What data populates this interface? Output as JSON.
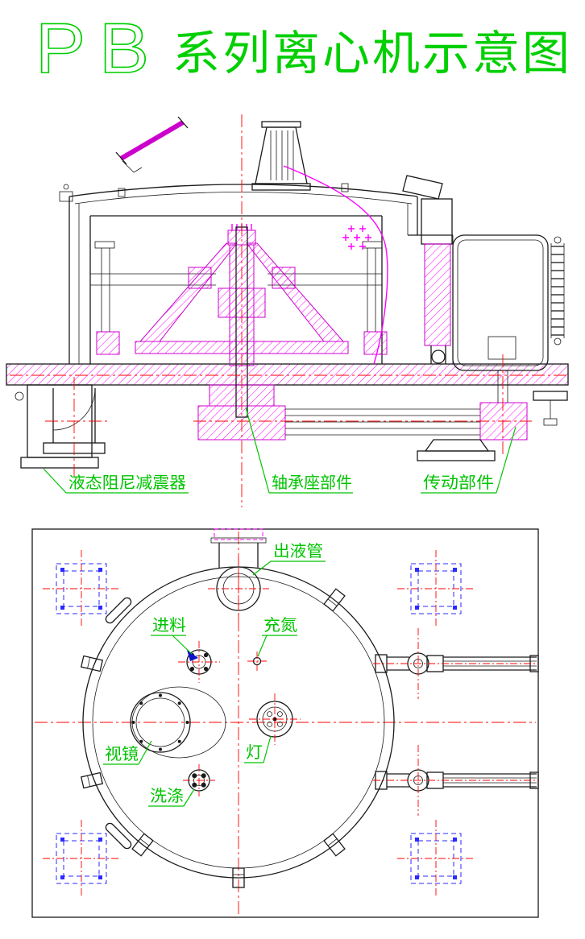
{
  "title": {
    "pb": "PB",
    "main": "系列离心机示意图"
  },
  "colors": {
    "line_green": "#00c400",
    "hatch_magenta": "#ff00ff",
    "centerline_red": "#ff0000",
    "dash_blue": "#2a2aff",
    "ink": "#1a1a1a"
  },
  "side_view": {
    "labels": {
      "damper": "液态阻尼减震器",
      "bearing": "轴承座部件",
      "drive": "传动部件"
    }
  },
  "plan_view": {
    "labels": {
      "outlet": "出液管",
      "feed": "进料",
      "nitrogen": "充氮",
      "sight_glass": "视镜",
      "lamp": "灯",
      "wash": "洗涤"
    }
  }
}
